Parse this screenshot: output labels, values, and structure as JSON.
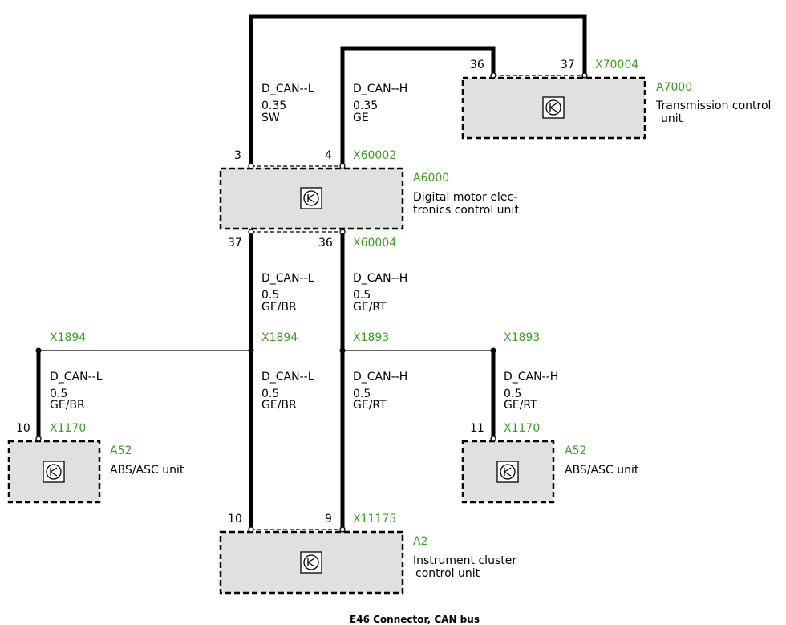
{
  "caption": "E46 Connector, CAN bus",
  "units": {
    "a7000": {
      "id": "A7000",
      "name_line1": "Transmission control",
      "name_line2": "unit",
      "connector": "X70004",
      "pin_l": "36",
      "pin_r": "37"
    },
    "a6000": {
      "id": "A6000",
      "name_line1": "Digital motor elec-",
      "name_line2": "tronics control unit",
      "connector_top": "X60002",
      "pin_top_l": "3",
      "pin_top_r": "4",
      "connector_bottom": "X60004",
      "pin_bottom_l": "37",
      "pin_bottom_r": "36"
    },
    "a52_left": {
      "id": "A52",
      "name": "ABS/ASC unit",
      "connector": "X1170",
      "pin": "10"
    },
    "a52_right": {
      "id": "A52",
      "name": "ABS/ASC unit",
      "connector": "X1170",
      "pin": "11"
    },
    "a2": {
      "id": "A2",
      "name_line1": "Instrument cluster",
      "name_line2": "control unit",
      "connector": "X11175",
      "pin_l": "10",
      "pin_r": "9"
    }
  },
  "wires": {
    "top_l": {
      "signal": "D_CAN--L",
      "gauge": "0.35",
      "color": "SW"
    },
    "top_h": {
      "signal": "D_CAN--H",
      "gauge": "0.35",
      "color": "GE"
    },
    "mid_l": {
      "signal": "D_CAN--L",
      "gauge": "0.5",
      "color": "GE/BR"
    },
    "mid_h": {
      "signal": "D_CAN--H",
      "gauge": "0.5",
      "color": "GE/RT"
    },
    "low_l": {
      "signal": "D_CAN--L",
      "gauge": "0.5",
      "color": "GE/BR"
    },
    "low_h": {
      "signal": "D_CAN--H",
      "gauge": "0.5",
      "color": "GE/RT"
    },
    "left_l": {
      "signal": "D_CAN--L",
      "gauge": "0.5",
      "color": "GE/BR"
    },
    "right_h": {
      "signal": "D_CAN--H",
      "gauge": "0.5",
      "color": "GE/RT"
    }
  },
  "splices": {
    "x1894_left": "X1894",
    "x1894_main": "X1894",
    "x1893_main": "X1893",
    "x1893_right": "X1893"
  },
  "colors": {
    "label_green": "#3a9e1e",
    "box_fill": "#e0e0e0",
    "wire": "#000000"
  }
}
